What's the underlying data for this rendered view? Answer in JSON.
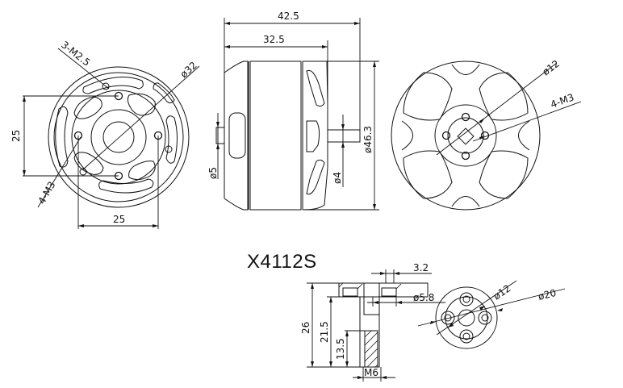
{
  "title": "X4112S",
  "views": {
    "rear_view": {
      "labels": {
        "mount_holes_small": "3-M2.5",
        "mount_holes": "4-M3",
        "bolt_circle": "ø32",
        "vertical_spacing": "25",
        "horizontal_spacing": "25"
      }
    },
    "side_view": {
      "labels": {
        "overall_length": "42.5",
        "body_length": "32.5",
        "rear_shaft_diameter": "ø5",
        "shaft_diameter": "ø4",
        "body_diameter": "ø46.3"
      }
    },
    "front_view": {
      "labels": {
        "bolt_circle": "ø12",
        "mount_holes": "4-M3"
      }
    },
    "prop_adapter_section": {
      "labels": {
        "flange_hole_width": "3.2",
        "bore_diameter": "ø5.8",
        "total_height": "26",
        "mid_height": "21.5",
        "thread_height": "13.5",
        "thread": "M6"
      }
    },
    "prop_adapter_top": {
      "labels": {
        "bolt_circle": "ø12",
        "outer_diameter": "ø20"
      }
    }
  }
}
